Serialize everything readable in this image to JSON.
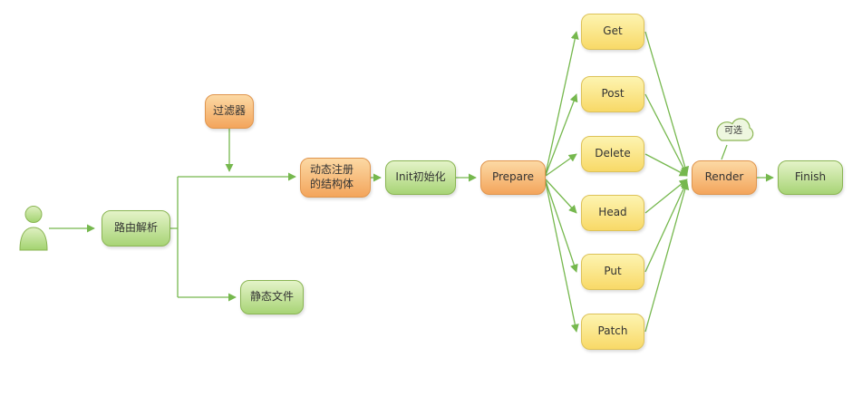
{
  "diagram": {
    "nodes": {
      "route_parse": "路由解析",
      "filter": "过滤器",
      "static_files": "静态文件",
      "dynamic_struct": "动态注册的结构体",
      "init": "Init初始化",
      "prepare": "Prepare",
      "render": "Render",
      "finish": "Finish",
      "optional_note": "可选"
    },
    "methods": [
      "Get",
      "Post",
      "Delete",
      "Head",
      "Put",
      "Patch"
    ],
    "colors": {
      "arrow": "#76b84e",
      "green_fill_top": "#e4f3c8",
      "green_fill_bottom": "#a8d476",
      "green_border": "#8ab553",
      "orange_fill_top": "#fcd9a4",
      "orange_fill_bottom": "#f3a55c",
      "orange_border": "#e0954d",
      "yellow_fill_top": "#fdf4b1",
      "yellow_fill_bottom": "#f8d967",
      "yellow_border": "#ddc258"
    }
  }
}
